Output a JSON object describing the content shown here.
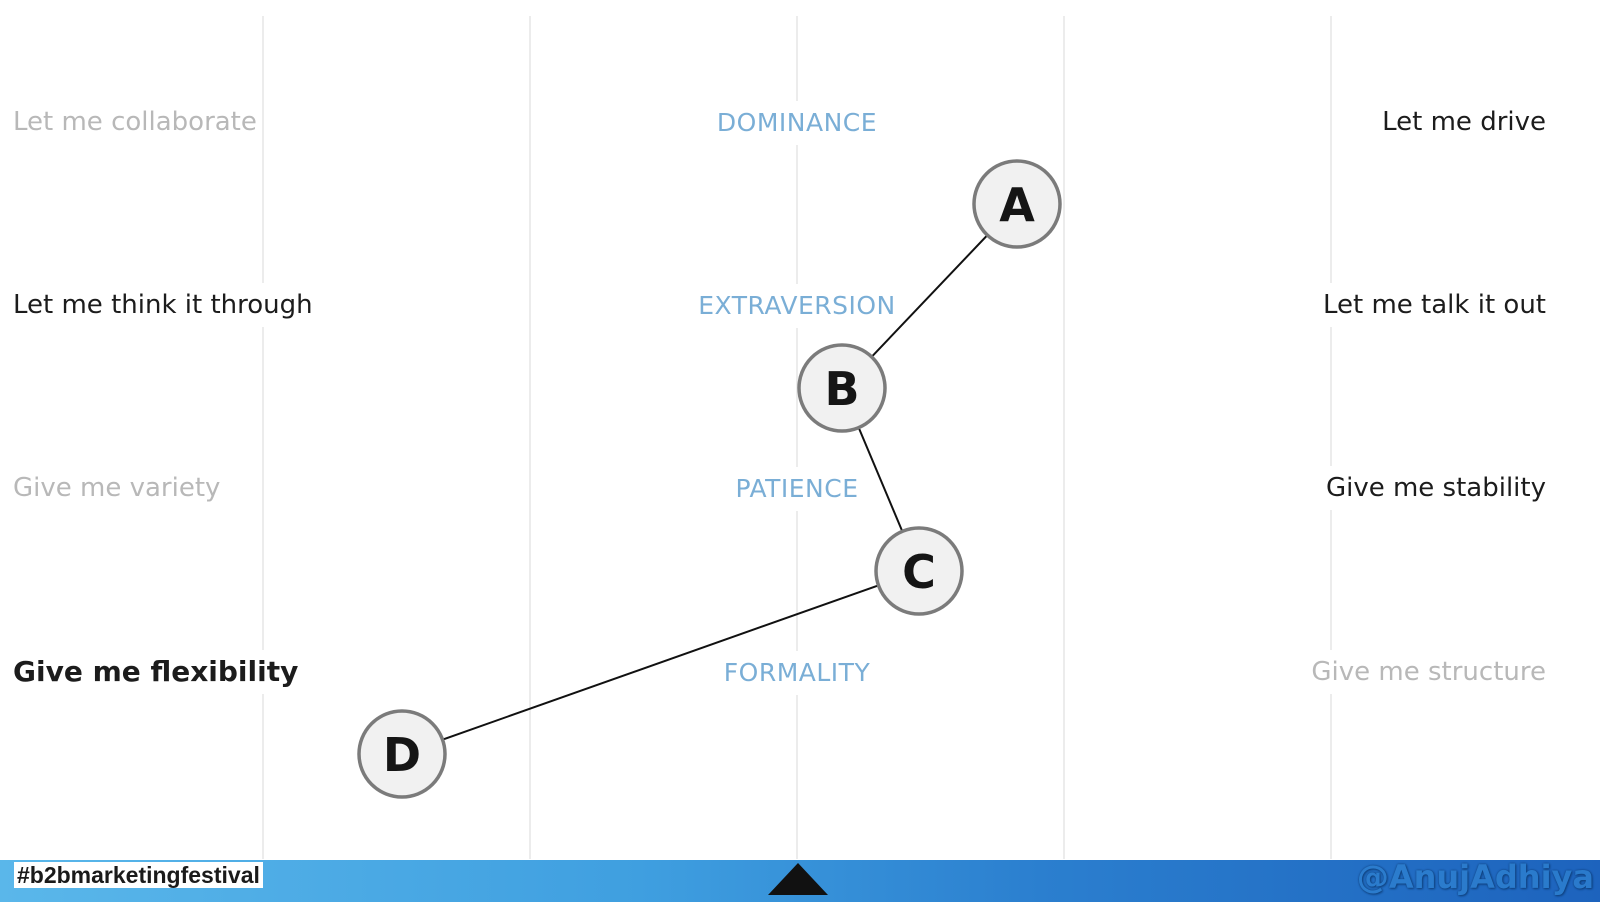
{
  "left_labels": [
    {
      "text": "Let me collaborate"
    },
    {
      "text": "Let me think it through"
    },
    {
      "text": "Give me variety"
    },
    {
      "text": "Give me flexibility"
    }
  ],
  "center_labels": [
    {
      "text": "DOMINANCE"
    },
    {
      "text": "EXTRAVERSION"
    },
    {
      "text": "PATIENCE"
    },
    {
      "text": "FORMALITY"
    }
  ],
  "right_labels": [
    {
      "text": "Let me drive"
    },
    {
      "text": "Let me talk it out"
    },
    {
      "text": "Give me stability"
    },
    {
      "text": "Give me structure"
    }
  ],
  "nodes": [
    {
      "label": "A"
    },
    {
      "label": "B"
    },
    {
      "label": "C"
    },
    {
      "label": "D"
    }
  ],
  "footer": {
    "hashtag": "#b2bmarketingfestival",
    "handle": "@AnujAdhiya"
  },
  "colors": {
    "center_label": "#7aaed6",
    "footer_gradient_start": "#5ab7ea",
    "footer_gradient_end": "#1d63bd"
  }
}
